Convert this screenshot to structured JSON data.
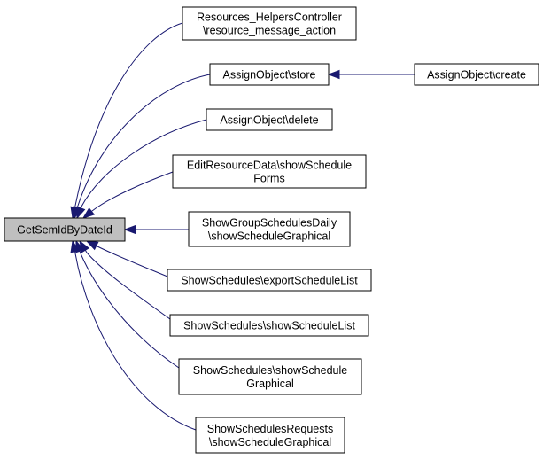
{
  "graph": {
    "focus_node": {
      "id": "getsem",
      "lines": [
        "GetSemIdByDateId"
      ]
    },
    "nodes": [
      {
        "id": "resources_helpers",
        "lines": [
          "Resources_HelpersController",
          "\\resource_message_action"
        ]
      },
      {
        "id": "assign_store",
        "lines": [
          "AssignObject\\store"
        ]
      },
      {
        "id": "assign_create",
        "lines": [
          "AssignObject\\create"
        ]
      },
      {
        "id": "assign_delete",
        "lines": [
          "AssignObject\\delete"
        ]
      },
      {
        "id": "edit_resource",
        "lines": [
          "EditResourceData\\showSchedule",
          "Forms"
        ]
      },
      {
        "id": "show_group_daily",
        "lines": [
          "ShowGroupSchedulesDaily",
          "\\showScheduleGraphical"
        ]
      },
      {
        "id": "export_list",
        "lines": [
          "ShowSchedules\\exportScheduleList"
        ]
      },
      {
        "id": "show_list",
        "lines": [
          "ShowSchedules\\showScheduleList"
        ]
      },
      {
        "id": "show_graphical",
        "lines": [
          "ShowSchedules\\showSchedule",
          "Graphical"
        ]
      },
      {
        "id": "requests_graphical",
        "lines": [
          "ShowSchedulesRequests",
          "\\showScheduleGraphical"
        ]
      }
    ],
    "edges": [
      {
        "from": "resources_helpers",
        "to": "getsem"
      },
      {
        "from": "assign_store",
        "to": "getsem"
      },
      {
        "from": "assign_delete",
        "to": "getsem"
      },
      {
        "from": "edit_resource",
        "to": "getsem"
      },
      {
        "from": "show_group_daily",
        "to": "getsem"
      },
      {
        "from": "export_list",
        "to": "getsem"
      },
      {
        "from": "show_list",
        "to": "getsem"
      },
      {
        "from": "show_graphical",
        "to": "getsem"
      },
      {
        "from": "requests_graphical",
        "to": "getsem"
      },
      {
        "from": "assign_create",
        "to": "assign_store"
      }
    ],
    "colors": {
      "edge": "#191970",
      "focus_fill": "#bfbfbf",
      "node_fill": "#ffffff",
      "node_border": "#000000"
    }
  }
}
